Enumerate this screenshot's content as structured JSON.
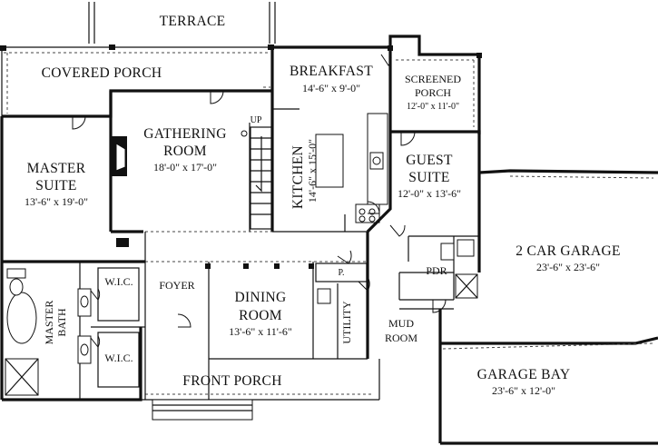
{
  "rooms": {
    "terrace": {
      "name": "TERRACE"
    },
    "covered_porch": {
      "name": "COVERED PORCH"
    },
    "breakfast": {
      "name": "BREAKFAST",
      "dims": "14'-6\" x 9'-0\""
    },
    "screened_porch": {
      "name_line1": "SCREENED",
      "name_line2": "PORCH",
      "dims": "12'-0\" x 11'-0\""
    },
    "gathering_room": {
      "name_line1": "GATHERING",
      "name_line2": "ROOM",
      "dims": "18'-0\" x 17'-0\""
    },
    "master_suite": {
      "name_line1": "MASTER",
      "name_line2": "SUITE",
      "dims": "13'-6\" x 19'-0\""
    },
    "kitchen": {
      "name": "KITCHEN",
      "dims": "14'-6\" x 15'-0\""
    },
    "guest_suite": {
      "name_line1": "GUEST",
      "name_line2": "SUITE",
      "dims": "12'-0\" x 13'-6\""
    },
    "garage": {
      "name": "2 CAR GARAGE",
      "dims": "23'-6\" x 23'-6\""
    },
    "foyer": {
      "name": "FOYER"
    },
    "dining_room": {
      "name_line1": "DINING",
      "name_line2": "ROOM",
      "dims": "13'-6\" x 11'-6\""
    },
    "utility": {
      "name": "UTILITY"
    },
    "pantry": {
      "name": "P."
    },
    "powder": {
      "name": "PDR"
    },
    "mud_room": {
      "name_line1": "MUD",
      "name_line2": "ROOM"
    },
    "master_bath": {
      "name_line1": "MASTER",
      "name_line2": "BATH"
    },
    "wic_upper": {
      "name": "W.I.C."
    },
    "wic_lower": {
      "name": "W.I.C."
    },
    "front_porch": {
      "name": "FRONT PORCH"
    },
    "garage_bay": {
      "name": "GARAGE BAY",
      "dims": "23'-6\" x 12'-0\""
    }
  },
  "stair": {
    "label": "UP"
  }
}
